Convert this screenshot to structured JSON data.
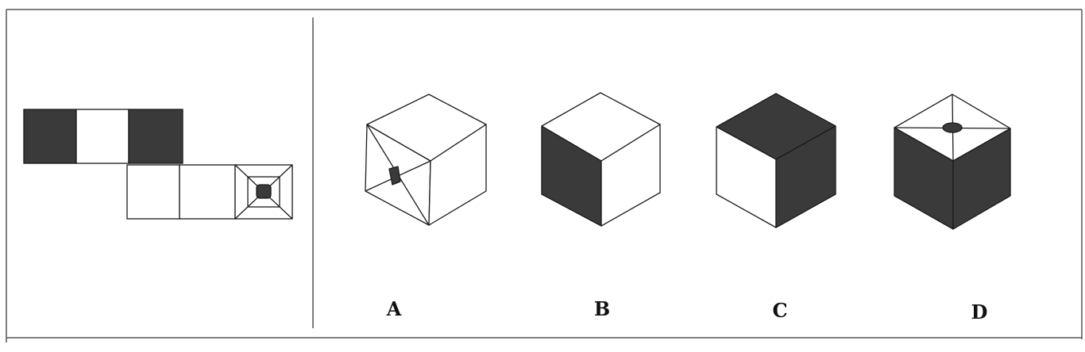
{
  "options": [
    {
      "label": "A"
    },
    {
      "label": "B"
    },
    {
      "label": "C"
    },
    {
      "label": "D"
    }
  ],
  "colors": {
    "ink": "#1a1a1a",
    "dark_fill": "#3a3a3a",
    "paper": "#ffffff"
  }
}
